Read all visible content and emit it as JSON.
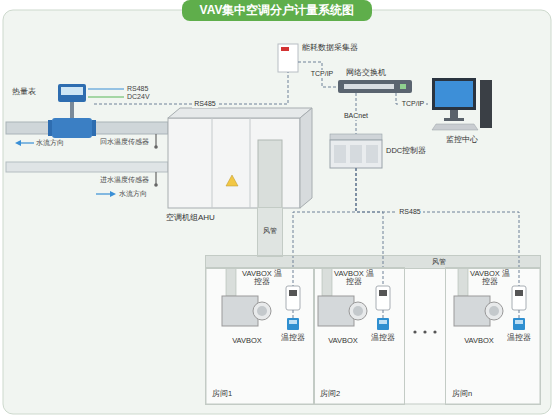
{
  "diagram": {
    "title": "VAV集中空调分户计量系统图",
    "nodes": [
      {
        "text": [
          "能耗数据采集器"
        ]
      },
      {
        "text": [
          "网络交换机"
        ]
      },
      {
        "text": [
          "热量表"
        ]
      },
      {
        "text": [
          "监控中心"
        ]
      },
      {
        "text": [
          "DDC控制器"
        ]
      },
      {
        "text": [
          "空调机组AHU"
        ]
      },
      {
        "text": [
          "风管"
        ]
      },
      {
        "text": [
          "风管"
        ]
      },
      {
        "text": [
          "房间1"
        ]
      },
      {
        "text": [
          "VAVBOX 温控器"
        ],
        "in": 8
      },
      {
        "text": [
          "VAVBOX"
        ],
        "in": 8
      },
      {
        "text": [
          "温控器"
        ],
        "in": 8
      },
      {
        "text": [
          "房间2"
        ]
      },
      {
        "text": [
          "VAVBOX 温控器"
        ],
        "in": 12
      },
      {
        "text": [
          "VAVBOX"
        ],
        "in": 12
      },
      {
        "text": [
          "温控器"
        ],
        "in": 12
      },
      {
        "text": [
          "房间n"
        ]
      },
      {
        "text": [
          "VAVBOX 温控器"
        ],
        "in": 16
      },
      {
        "text": [
          "VAVBOX"
        ],
        "in": 16
      },
      {
        "text": [
          "温控器"
        ],
        "in": 16
      }
    ],
    "edges": [
      {
        "from": 2,
        "to": 0,
        "arrow": "none",
        "label": "RS485"
      },
      {
        "from": 0,
        "to": 1,
        "arrow": "none",
        "label": "TCP/IP"
      },
      {
        "from": 1,
        "to": 3,
        "arrow": "none",
        "label": "TCP/IP"
      },
      {
        "from": 1,
        "to": 4,
        "arrow": "none",
        "label": "BACnet"
      },
      {
        "from": 4,
        "to": 9,
        "arrow": "none"
      },
      {
        "from": 4,
        "to": 13,
        "arrow": "none"
      },
      {
        "from": 4,
        "to": 17,
        "arrow": "none",
        "label": "RS485"
      },
      {
        "from": 9,
        "to": 11,
        "arrow": "none"
      },
      {
        "from": 13,
        "to": 15,
        "arrow": "none"
      },
      {
        "from": 17,
        "to": 19,
        "arrow": "none"
      }
    ],
    "labels": [
      "RS485",
      "DC24V",
      "回水温度传感器",
      "进水温度传感器",
      "水流方向",
      "水流方向"
    ]
  }
}
